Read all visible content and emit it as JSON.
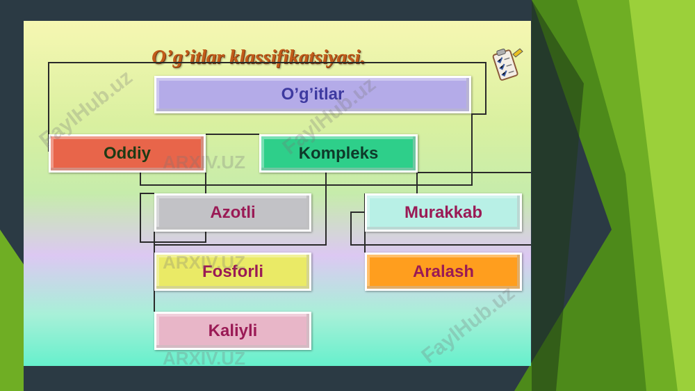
{
  "slide": {
    "title": "O’g’itlar  klassifikatsiyasi."
  },
  "nodes": {
    "root": "O’g’itlar",
    "oddiy": "Oddiy",
    "kompleks": "Kompleks",
    "azotli": "Azotli",
    "murakkab": "Murakkab",
    "fosforli": "Fosforli",
    "aralash": "Aralash",
    "kaliyli": "Kaliyli"
  },
  "watermarks": {
    "arxiv": "ARXIV.UZ",
    "fayl": "FaylHub.uz"
  },
  "icons": {
    "checklist": "clipboard-checklist-icon"
  },
  "colors": {
    "frame": "#2b3a44",
    "accent_green": "#7ab82a",
    "title": "#c25b1a"
  }
}
